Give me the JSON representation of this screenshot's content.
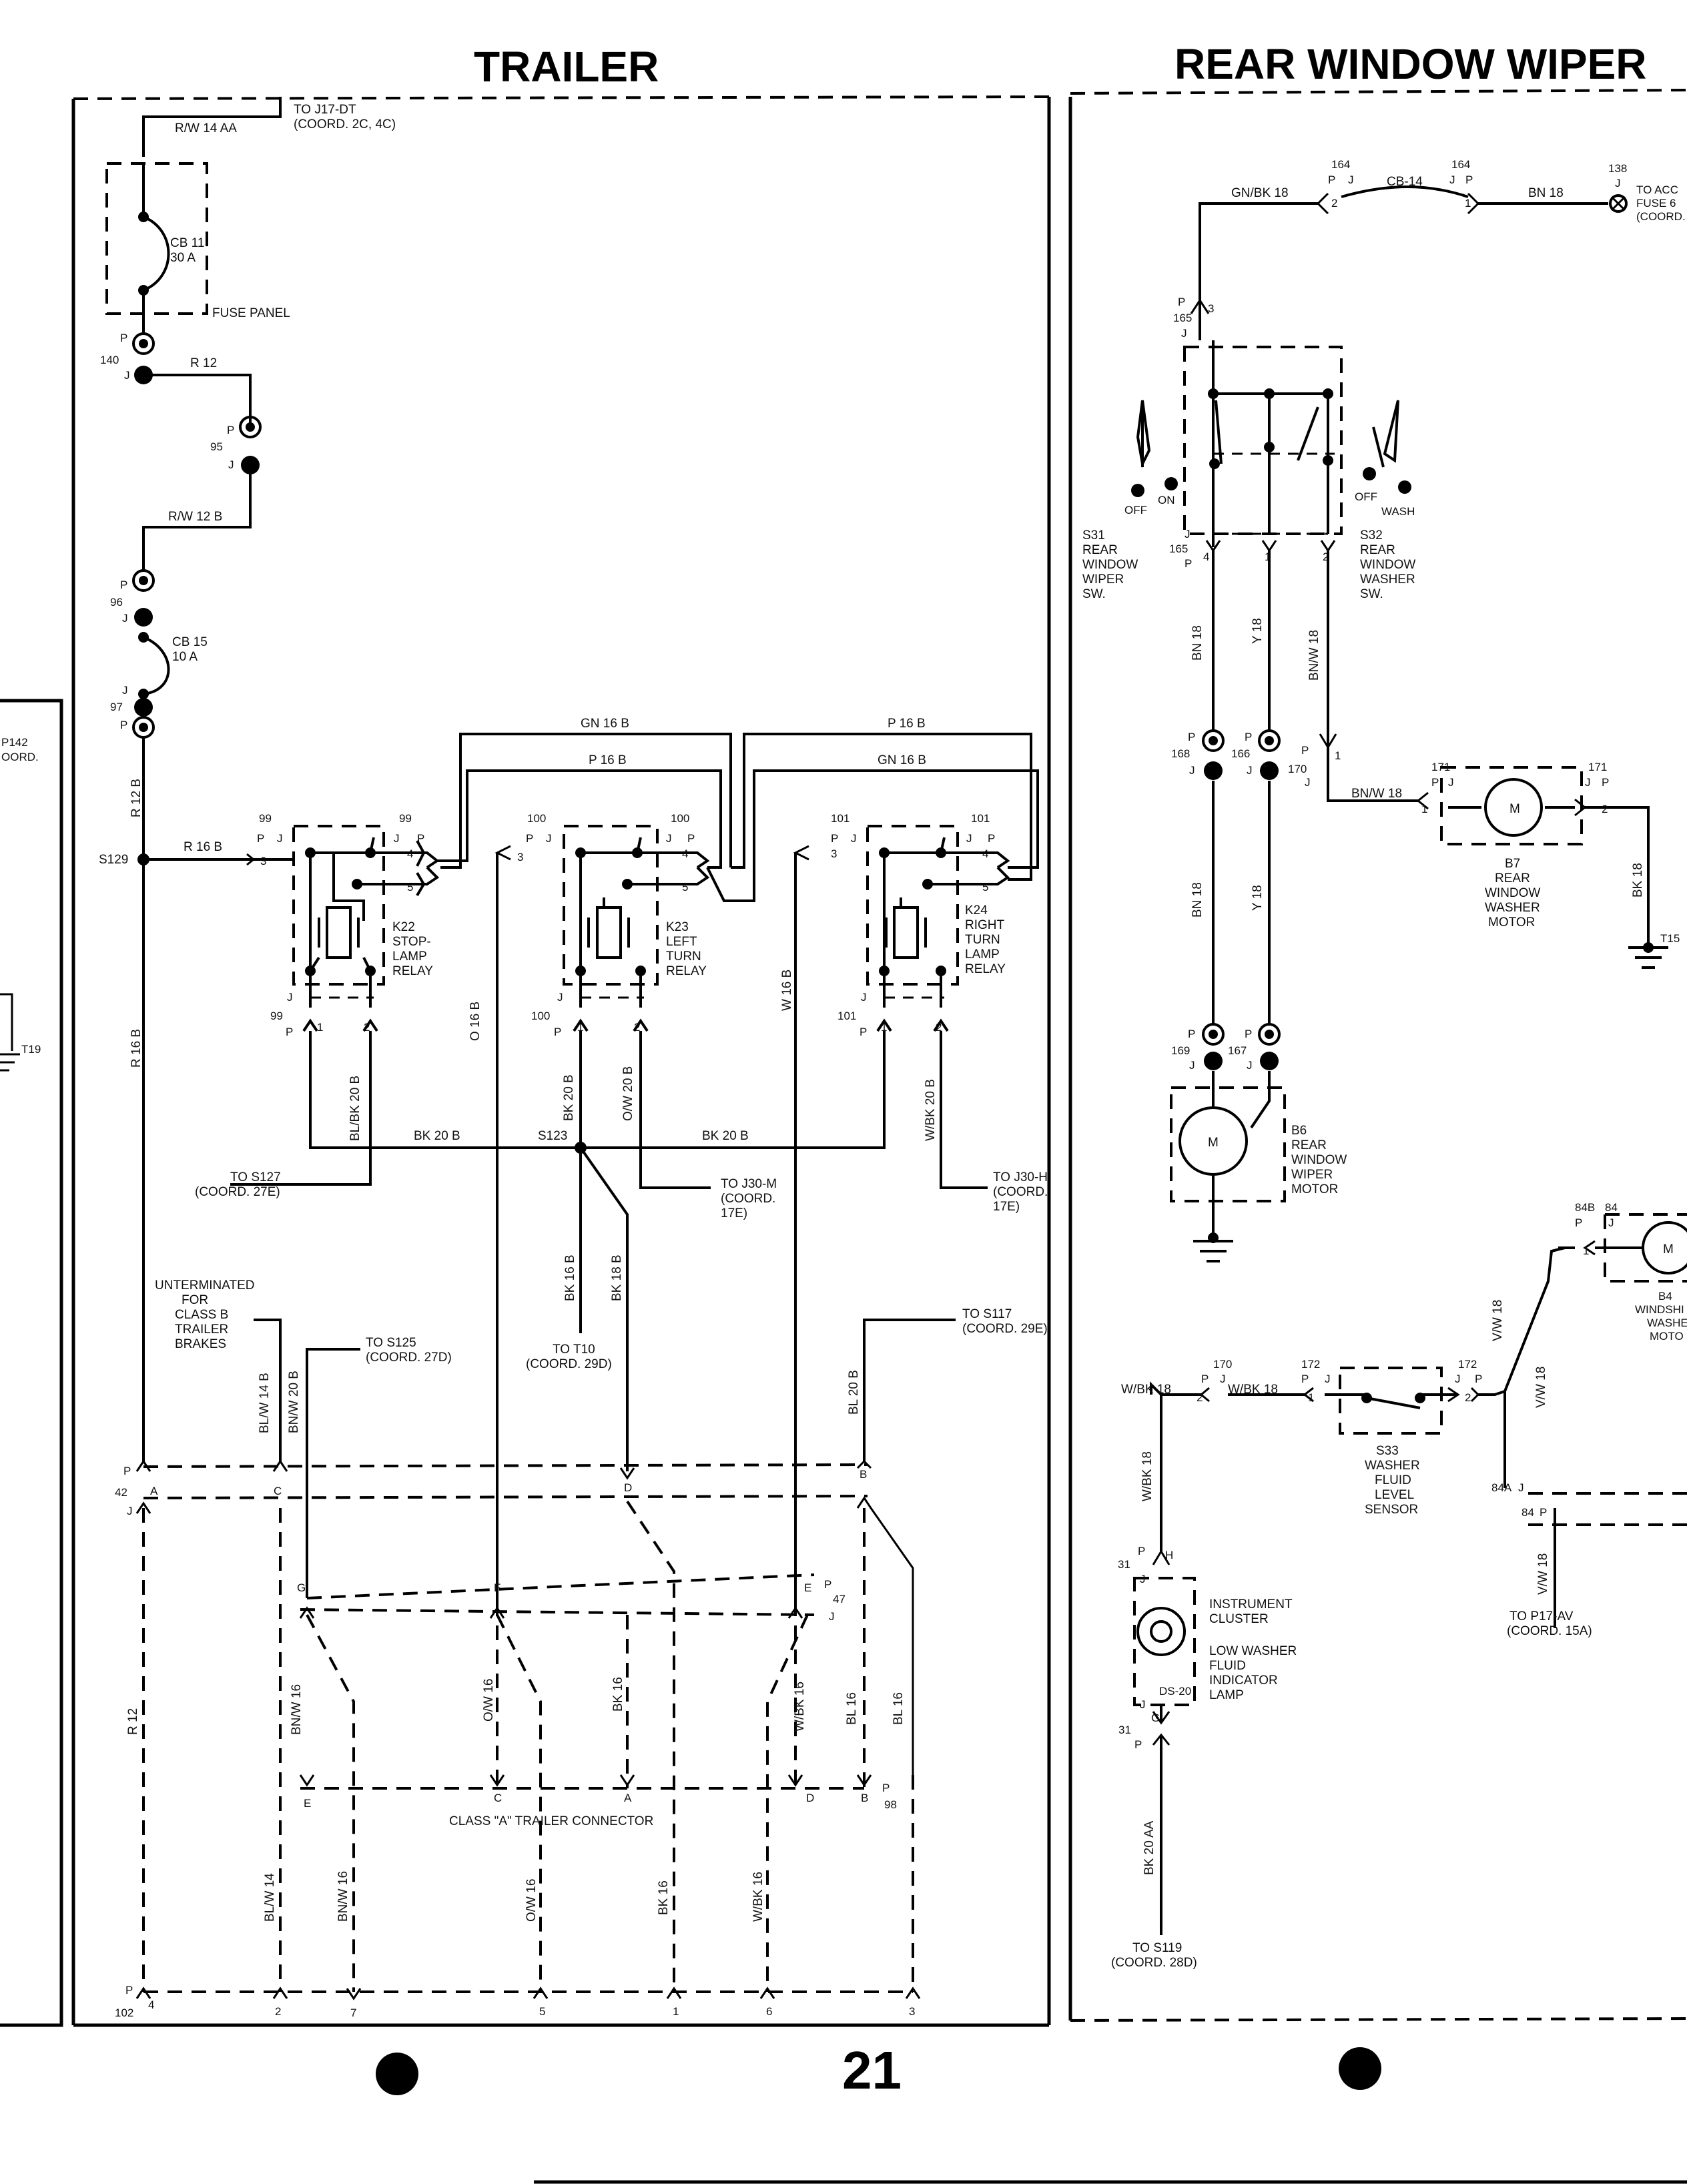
{
  "page": {
    "left_title": "TRAILER",
    "right_title": "REAR WINDOW WIPER",
    "page_number": "21"
  },
  "trailer": {
    "to_j17": "TO J17-DT",
    "to_j17_coord": "(COORD. 2C, 4C)",
    "wire_rw14aa": "R/W 14 AA",
    "cb11": "CB 11",
    "cb11_rating": "30 A",
    "fuse_panel": "FUSE PANEL",
    "p140": "140",
    "wire_r12": "R 12",
    "p95": "95",
    "wire_rw12b": "R/W 12 B",
    "p96": "96",
    "cb15": "CB 15",
    "cb15_rating": "10 A",
    "p97": "97",
    "wire_r12b": "R 12 B",
    "s129": "S129",
    "wire_r16b": "R 16 B",
    "wire_gn16b": "GN 16 B",
    "wire_p16b": "P 16 B",
    "k22": "K22",
    "k22_name": [
      "STOP-",
      "LAMP",
      "RELAY"
    ],
    "k23": "K23",
    "k23_name": [
      "LEFT",
      "TURN",
      "RELAY"
    ],
    "k24": "K24",
    "k24_name": [
      "RIGHT",
      "TURN",
      "LAMP",
      "RELAY"
    ],
    "c99": "99",
    "c100": "100",
    "c101": "101",
    "wire_o16b": "O 16 B",
    "wire_w16b": "W 16 B",
    "wire_blbk20b": "BL/BK 20 B",
    "wire_bk20b": "BK 20 B",
    "wire_ow20b": "O/W 20 B",
    "wire_wbk20b": "W/BK 20 B",
    "s123": "S123",
    "to_s127": "TO S127",
    "to_s127_coord": "(COORD. 27E)",
    "to_j30m": "TO J30-M",
    "to_j30m_coord": [
      "(COORD.",
      "17E)"
    ],
    "to_j30h": "TO J30-H",
    "to_j30h_coord": [
      "(COORD.",
      "17E)"
    ],
    "wire_bk16b": "BK 16 B",
    "wire_bk18b": "BK 18 B",
    "to_t10": "TO T10",
    "to_t10_coord": "(COORD. 29D)",
    "unterminated": [
      "UNTERMINATED",
      "FOR",
      "CLASS B",
      "TRAILER",
      "BRAKES"
    ],
    "wire_blw14b": "BL/W 14 B",
    "wire_bnw20b": "BN/W 20 B",
    "to_s125": "TO S125",
    "to_s125_coord": "(COORD. 27D)",
    "to_s117": "TO S117",
    "to_s117_coord": "(COORD. 29E)",
    "wire_bl20b": "BL 20 B",
    "c42": "42",
    "c47": "47",
    "c98": "98",
    "c102": "102",
    "wire_r12_low": "R 12",
    "wire_bnw16": "BN/W 16",
    "wire_ow16": "O/W 16",
    "wire_bk16": "BK 16",
    "wire_wbk16": "W/BK 16",
    "wire_bl16": "BL 16",
    "wire_blw14": "BL/W 14",
    "connector_name": "CLASS \"A\" TRAILER CONNECTOR",
    "left_p142": "P142",
    "left_coord": "OORD.",
    "left_t19": "T19"
  },
  "wiper": {
    "wire_gnbk18": "GN/BK 18",
    "c164": "164",
    "cb14": "CB-14",
    "wire_bn18": "BN 18",
    "c138": "138",
    "to_acc": "TO ACC",
    "fuse6": "FUSE 6",
    "coord": "(COORD.",
    "c165": "165",
    "off": "OFF",
    "on": "ON",
    "wash": "WASH",
    "s31": "S31",
    "s31_name": [
      "REAR",
      "WINDOW",
      "WIPER",
      "SW."
    ],
    "s32": "S32",
    "s32_name": [
      "REAR",
      "WINDOW",
      "WASHER",
      "SW."
    ],
    "wire_y18": "Y 18",
    "wire_bnw18": "BN/W 18",
    "c168": "168",
    "c166": "166",
    "c170": "170",
    "c171": "171",
    "b7": "B7",
    "b7_name": [
      "REAR",
      "WINDOW",
      "WASHER",
      "MOTOR"
    ],
    "wire_bk18": "BK 18",
    "t15": "T15",
    "c169": "169",
    "c167": "167",
    "b6": "B6",
    "b6_name": [
      "REAR",
      "WINDOW",
      "WIPER",
      "MOTOR"
    ],
    "c84b": "84B",
    "c84": "84",
    "b4": "B4",
    "b4_name": [
      "WINDSHI",
      "WASHE",
      "MOTO"
    ],
    "wire_vw18": "V/W 18",
    "wire_wbk18": "W/BK 18",
    "c172": "172",
    "s33": "S33",
    "s33_name": [
      "WASHER",
      "FLUID",
      "LEVEL",
      "SENSOR"
    ],
    "c84a": "84A",
    "c31": "31",
    "instrument": [
      "INSTRUMENT",
      "CLUSTER"
    ],
    "lamp_name": [
      "LOW WASHER",
      "FLUID",
      "INDICATOR",
      "LAMP"
    ],
    "ds20": "DS-20",
    "to_p17": "TO P17-AV",
    "to_p17_coord": "(COORD. 15A)",
    "wire_bk20aa": "BK 20 AA",
    "to_s119": "TO S119",
    "to_s119_coord": "(COORD. 28D)"
  }
}
